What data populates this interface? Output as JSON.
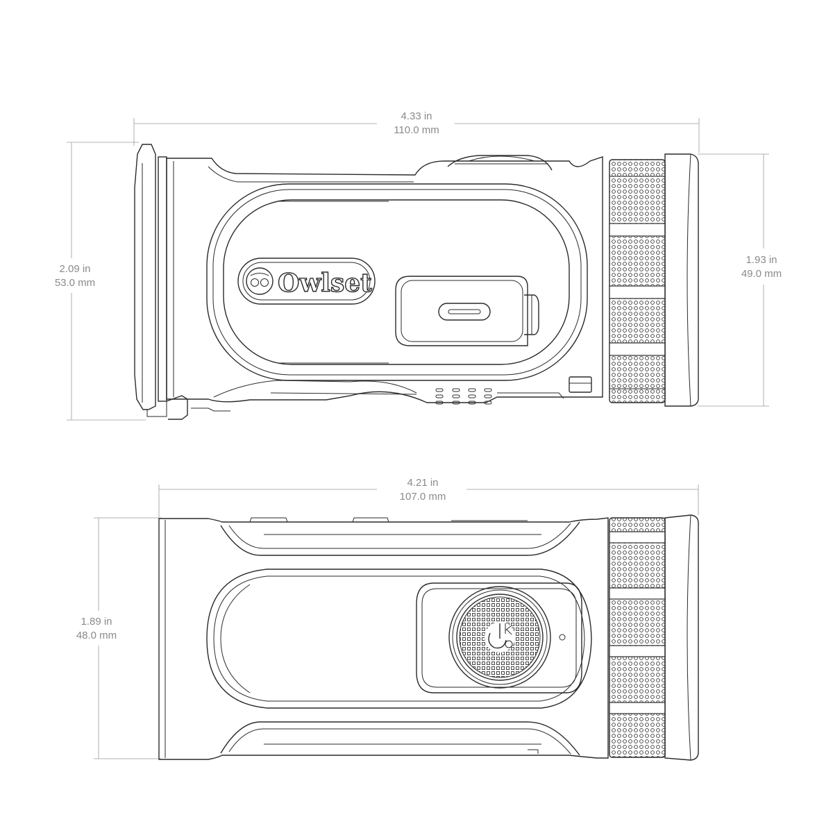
{
  "brand": {
    "logo_text": "Owlset"
  },
  "views": {
    "side": {
      "width_in": "4.33 in",
      "width_mm": "110.0 mm",
      "height_in": "2.09 in",
      "height_mm": "53.0 mm",
      "body_height_in": "1.93 in",
      "body_height_mm": "49.0 mm"
    },
    "top": {
      "width_in": "4.21 in",
      "width_mm": "107.0 mm",
      "height_in": "1.89 in",
      "height_mm": "48.0 mm",
      "button_glyph": "ok"
    }
  },
  "colors": {
    "line": "#2a2a2a",
    "dimension": "#8a8a8a",
    "background": "#ffffff"
  }
}
